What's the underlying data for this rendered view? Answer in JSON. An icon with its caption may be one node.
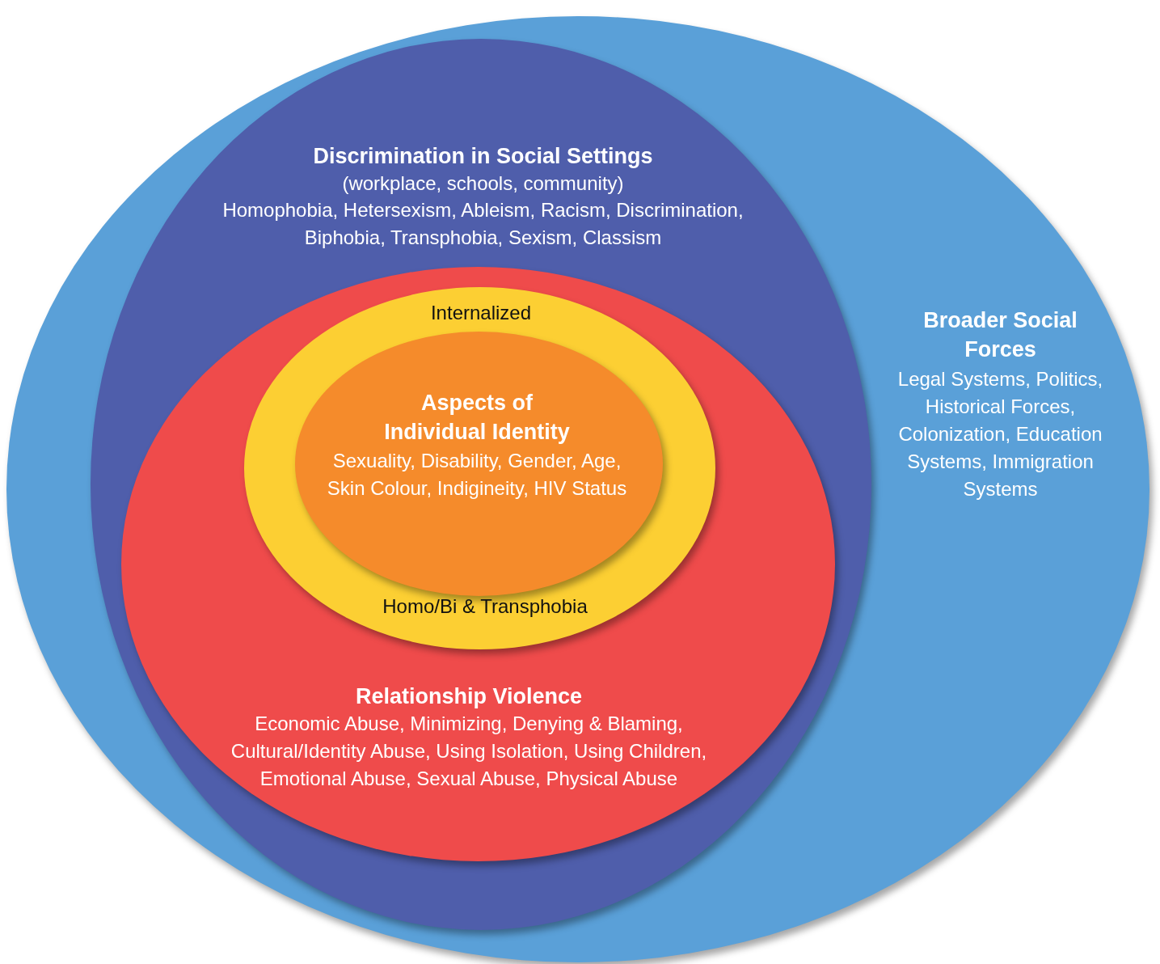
{
  "diagram": {
    "nodes": [
      {
        "text": [
          "Broader Social Forces",
          "Legal Systems, Politics, Historical Forces, Colonization, Education Systems, Immigration Systems"
        ]
      },
      {
        "text": [
          "Discrimination in Social Settings",
          "(workplace, schools, community)",
          "Homophobia, Hetersexism, Ableism, Racism, Discrimination, Biphobia, Transphobia, Sexism, Classism"
        ],
        "in": 0
      },
      {
        "text": [
          "Relationship Violence",
          "Economic Abuse, Minimizing, Denying & Blaming, Cultural/Identity Abuse, Using Isolation, Using Children, Emotional Abuse, Sexual Abuse, Physical Abuse"
        ],
        "in": 1
      },
      {
        "text": [
          "Internalized",
          "Homo/Bi & Transphobia"
        ],
        "in": 2
      },
      {
        "text": [
          "Aspects of Individual Identity",
          "Sexuality, Disability, Gender, Age, Skin Colour, Indigineity, HIV Status"
        ],
        "in": 3
      }
    ]
  }
}
